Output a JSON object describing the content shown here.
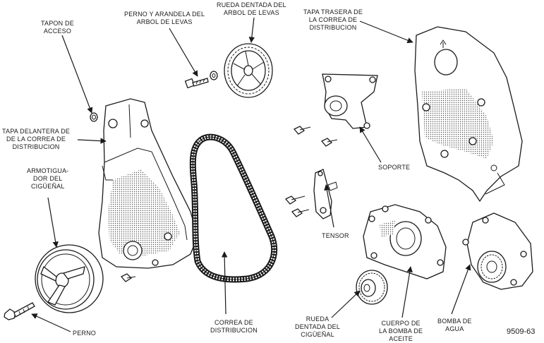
{
  "labels": {
    "tapon": "TAPON DE\nACCESO",
    "perno_arbol": "PERNO Y ARANDELA DEL\nARBOL DE LEVAS",
    "rueda_arbol": "RUEDA DENTADA DEL\nARBOL DE LEVAS",
    "tapa_trasera": "TAPA TRASERA DE\nLA CORREA DE\nDISTRIBUCION",
    "tapa_delantera": "TAPA DELANTERA DE\nDE LA CORREA DE\nDISTRIBUCION",
    "armotiguador": "ARMOTIGUA-\nDOR DEL\nCIGÜEÑAL",
    "soporte": "SOPORTE",
    "tensor": "TENSOR",
    "perno": "PERNO",
    "correa": "CORREA DE\nDISTRIBUCION",
    "rueda_ciguenal": "RUEDA\nDENTADA DEL\nCIGÜEÑAL",
    "cuerpo_bomba": "CUERPO DE\nLA BOMBA DE\nACEITE",
    "bomba_agua": "BOMBA DE\nAGUA"
  },
  "figure_number": "9509-63"
}
